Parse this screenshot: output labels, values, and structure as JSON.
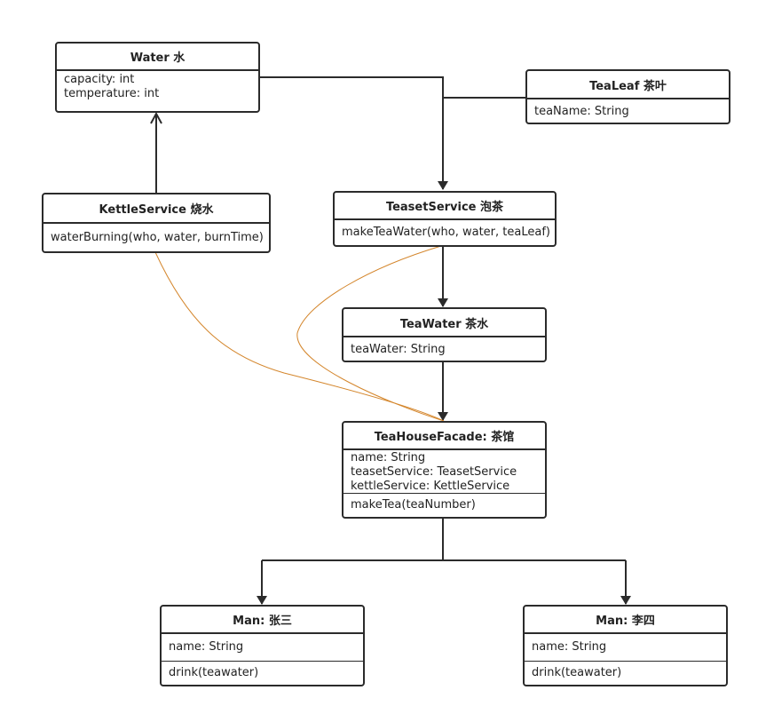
{
  "classes": {
    "water": {
      "title": "Water 水",
      "attributes": [
        "capacity: int",
        "temperature: int"
      ]
    },
    "tealeaf": {
      "title": "TeaLeaf 茶叶",
      "attributes": [
        "teaName: String"
      ]
    },
    "kettle": {
      "title": "KettleService 烧水",
      "methods": [
        "waterBurning(who, water, burnTime)"
      ]
    },
    "teaset": {
      "title": "TeasetService 泡茶",
      "methods": [
        "makeTeaWater(who, water, teaLeaf)"
      ]
    },
    "teawater": {
      "title": "TeaWater 茶水",
      "attributes": [
        "teaWater: String"
      ]
    },
    "facade": {
      "title": "TeaHouseFacade: 茶馆",
      "attributes": [
        "name: String",
        "teasetService: TeasetService",
        "kettleService: KettleService"
      ],
      "methods": [
        "makeTea(teaNumber)"
      ]
    },
    "man1": {
      "title": "Man: 张三",
      "attributes": [
        "name: String"
      ],
      "methods": [
        "drink(teawater)"
      ]
    },
    "man2": {
      "title": "Man: 李四",
      "attributes": [
        "name: String"
      ],
      "methods": [
        "drink(teawater)"
      ]
    }
  },
  "colors": {
    "stroke": "#2b2b2b",
    "dependency": "#d4862c"
  }
}
